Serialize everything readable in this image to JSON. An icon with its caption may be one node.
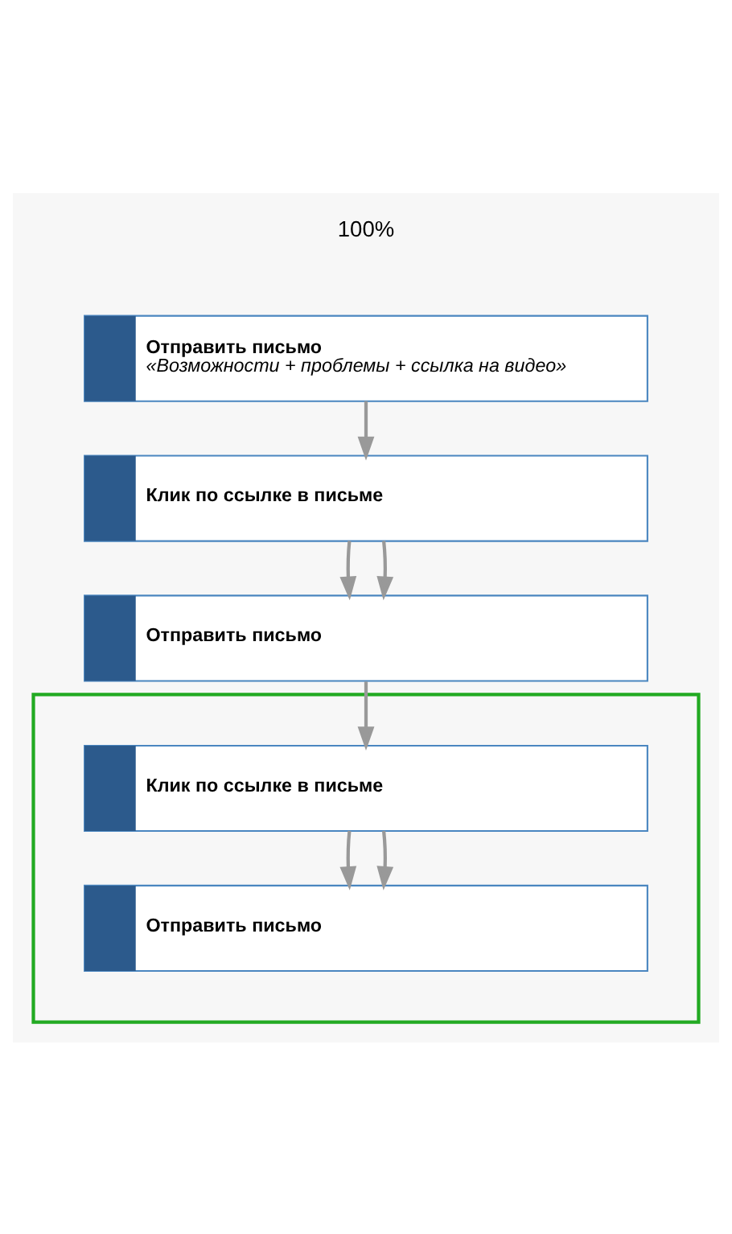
{
  "diagram": {
    "nodes": [
      {
        "text": [
          "Отправить письмо",
          "«Возможности + проблемы + ссылка на видео»"
        ]
      },
      {
        "text": [
          "Клик по ссылке в письме"
        ]
      },
      {
        "text": [
          "Отправить письмо"
        ]
      },
      {
        "text": [],
        "shape": "box"
      },
      {
        "text": [
          "Клик по ссылке в письме"
        ],
        "in": 3
      },
      {
        "text": [
          "Отправить письмо"
        ],
        "in": 3
      }
    ],
    "edges": [
      {
        "from": 0,
        "to": 1,
        "arrow": "to"
      },
      {
        "from": 1,
        "to": 2,
        "arrow": "to"
      },
      {
        "from": 1,
        "to": 2,
        "arrow": "to"
      },
      {
        "from": 2,
        "to": 4,
        "arrow": "to"
      },
      {
        "from": 4,
        "to": 5,
        "arrow": "to"
      },
      {
        "from": 4,
        "to": 5,
        "arrow": "to"
      }
    ],
    "labels": [
      "100%"
    ]
  }
}
